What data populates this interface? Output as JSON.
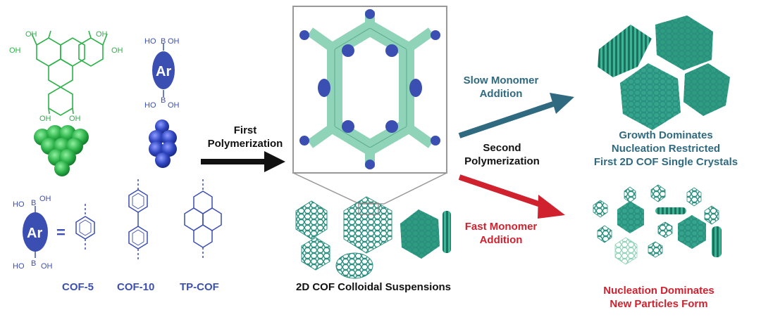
{
  "monomers": {
    "hhtp_oh": "OH",
    "boronic_b": "B",
    "boronic_oh": "OH",
    "boronic_ho": "HO",
    "ar": "Ar",
    "equals": "="
  },
  "cof_labels": [
    "COF-5",
    "COF-10",
    "TP-COF"
  ],
  "arrows": {
    "first": [
      "First",
      "Polymerization"
    ],
    "second": [
      "Second",
      "Polymerization"
    ],
    "slow": [
      "Slow Monomer",
      "Addition"
    ],
    "fast": [
      "Fast Monomer",
      "Addition"
    ]
  },
  "captions": {
    "colloidal": "2D COF Colloidal Suspensions",
    "growth": [
      "Growth Dominates",
      "Nucleation Restricted",
      "First 2D COF Single Crystals"
    ],
    "nucleation": [
      "Nucleation Dominates",
      "New Particles Form"
    ]
  },
  "colors": {
    "green": "#2db24a",
    "blue": "#3b4fb3",
    "teal": "#2a8f7f",
    "slow_arrow": "#2f6a80",
    "fast_arrow": "#d0212f"
  }
}
